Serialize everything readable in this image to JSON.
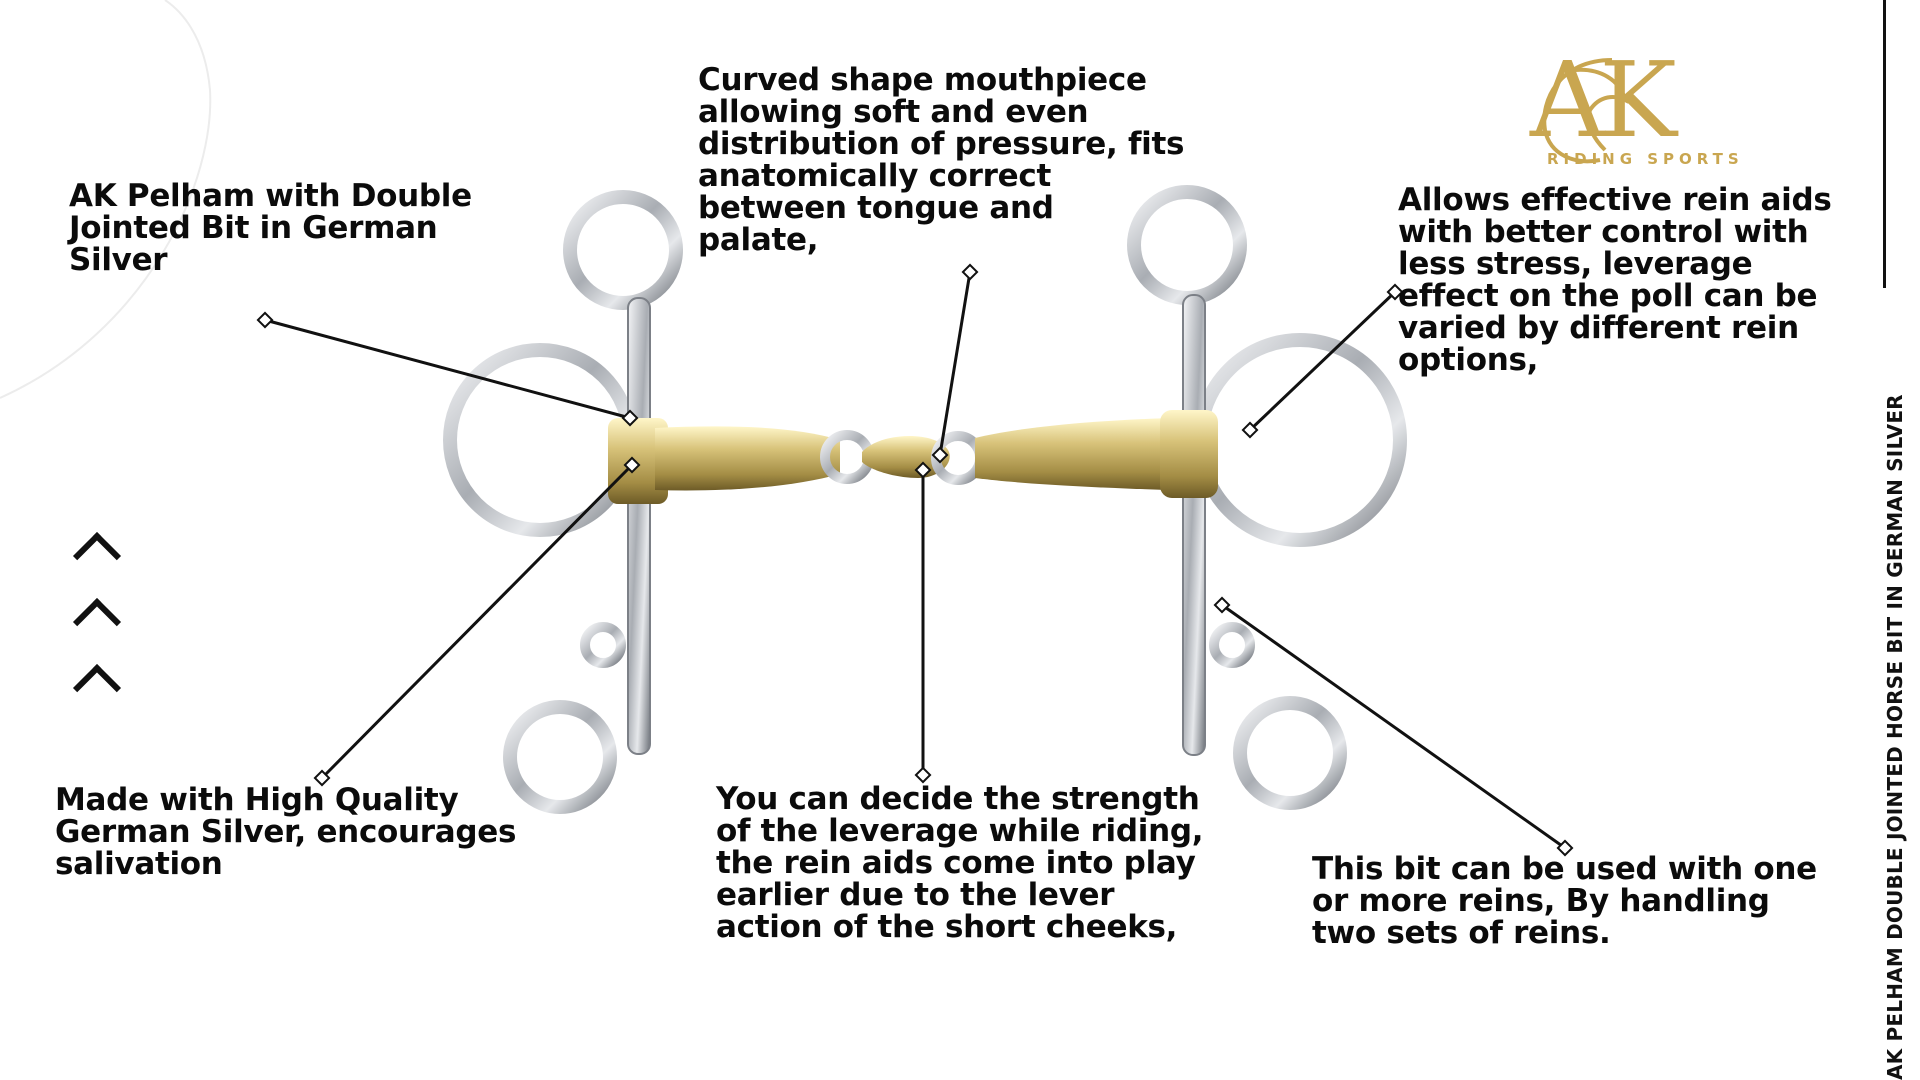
{
  "logo": {
    "brand": "AK",
    "tagline": "RIDING SPORTS"
  },
  "vertical_title": "AK PELHAM DOUBLE JOINTED HORSE BIT IN GERMAN SILVER",
  "callouts": {
    "product_name": [
      "AK Pelham with Double",
      "Jointed Bit in German",
      "Silver"
    ],
    "mouthpiece": [
      "Curved shape mouthpiece",
      "allowing soft and even",
      "distribution of pressure, fits",
      "anatomically correct",
      "between tongue and",
      "palate,"
    ],
    "rein_aids": [
      "Allows effective rein aids",
      "with better control with",
      "less stress, leverage",
      "effect on the poll can be",
      "varied by different rein",
      "options,"
    ],
    "material": [
      "Made with High Quality",
      "German Silver, encourages",
      "salivation"
    ],
    "leverage": [
      "You can decide the strength",
      "of the leverage while riding,",
      "the rein aids come into play",
      "earlier due to the lever",
      "action of the short cheeks,"
    ],
    "reins": [
      "This bit can be used with one",
      "or more reins, By handling",
      "two sets of reins."
    ]
  },
  "colors": {
    "text": "#0b0b0b",
    "steel": "#b8bcc2",
    "brass": "#c8b46a",
    "gold": "#c9a650"
  }
}
